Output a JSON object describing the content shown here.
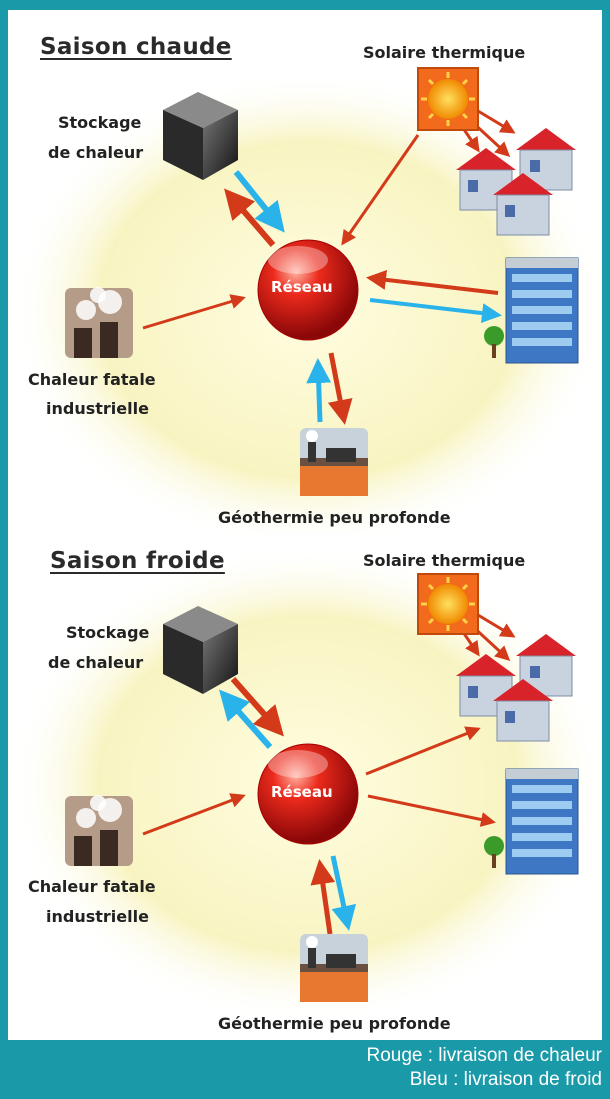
{
  "panels": {
    "hot": {
      "title": "Saison chaude",
      "labels": {
        "storage_line1": "Stockage",
        "storage_line2": "de chaleur",
        "solar": "Solaire thermique",
        "industry_line1": "Chaleur fatale",
        "industry_line2": "industrielle",
        "network": "Réseau",
        "geo": "Géothermie peu profonde"
      }
    },
    "cold": {
      "title": "Saison froide",
      "labels": {
        "storage_line1": "Stockage",
        "storage_line2": "de chaleur",
        "solar": "Solaire thermique",
        "industry_line1": "Chaleur fatale",
        "industry_line2": "industrielle",
        "network": "Réseau",
        "geo": "Géothermie peu profonde"
      }
    }
  },
  "legend": {
    "red": "Rouge : livraison de chaleur",
    "blue": "Bleu : livraison de froid"
  },
  "colors": {
    "frame": "#1a9aa8",
    "heat_arrow": "#d23a1a",
    "cold_arrow": "#2ab3ea",
    "network": "#e01818",
    "glow": "#fbf8c8"
  }
}
